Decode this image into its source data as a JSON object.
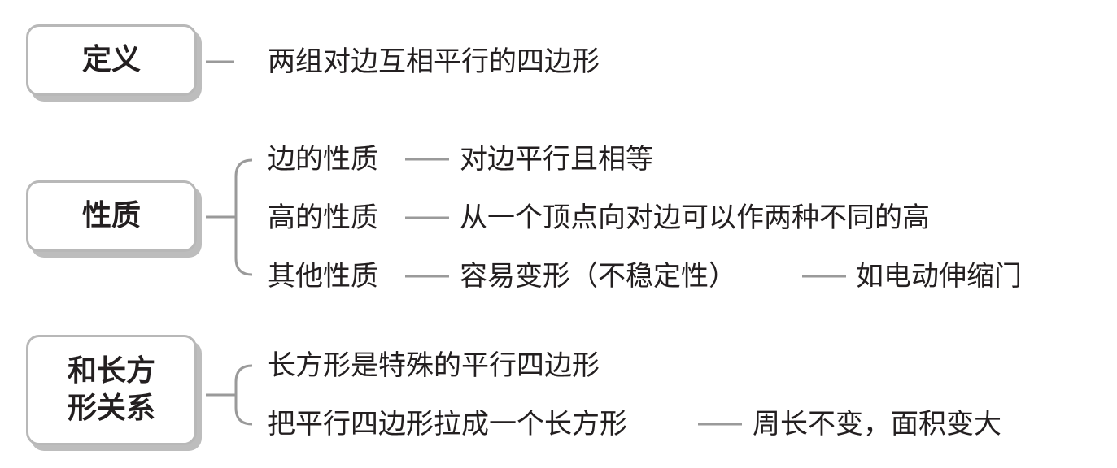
{
  "definition": {
    "label": "定义",
    "text": "两组对边互相平行的四边形"
  },
  "properties": {
    "label": "性质",
    "rows": [
      {
        "name": "边的性质",
        "desc": "对边平行且相等",
        "extra": ""
      },
      {
        "name": "高的性质",
        "desc": "从一个顶点向对边可以作两种不同的高",
        "extra": ""
      },
      {
        "name": "其他性质",
        "desc": "容易变形（不稳定性）",
        "extra": "如电动伸缩门"
      }
    ]
  },
  "relation": {
    "label_line1": "和长方",
    "label_line2": "形关系",
    "row1": "长方形是特殊的平行四边形",
    "row2_name": "把平行四边形拉成一个长方形",
    "row2_desc": "周长不变，面积变大"
  }
}
